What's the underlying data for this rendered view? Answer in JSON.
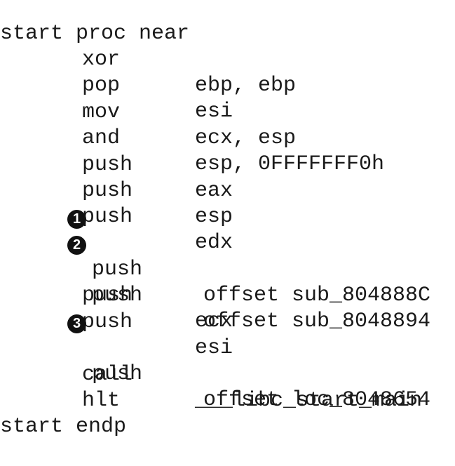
{
  "listing": {
    "header": "start proc near",
    "footer": "start endp",
    "instructions": [
      {
        "mnemonic": "xor",
        "operands": "ebp, ebp"
      },
      {
        "mnemonic": "pop",
        "operands": "esi"
      },
      {
        "mnemonic": "mov",
        "operands": "ecx, esp"
      },
      {
        "mnemonic": "and",
        "operands": "esp, 0FFFFFFF0h"
      },
      {
        "mnemonic": "push",
        "operands": "eax"
      },
      {
        "mnemonic": "push",
        "operands": "esp"
      },
      {
        "mnemonic": "push",
        "operands": "edx"
      },
      {
        "mnemonic": "push",
        "operands": "offset sub_804888C",
        "marker": "1"
      },
      {
        "mnemonic": "push",
        "operands": "offset sub_8048894",
        "marker": "2"
      },
      {
        "mnemonic": "push",
        "operands": "ecx"
      },
      {
        "mnemonic": "push",
        "operands": "esi"
      },
      {
        "mnemonic": "push",
        "operands": "offset loc_8048654",
        "marker": "3"
      },
      {
        "mnemonic": "call",
        "operands": "___libc_start_main"
      },
      {
        "mnemonic": "hlt",
        "operands": ""
      }
    ]
  }
}
